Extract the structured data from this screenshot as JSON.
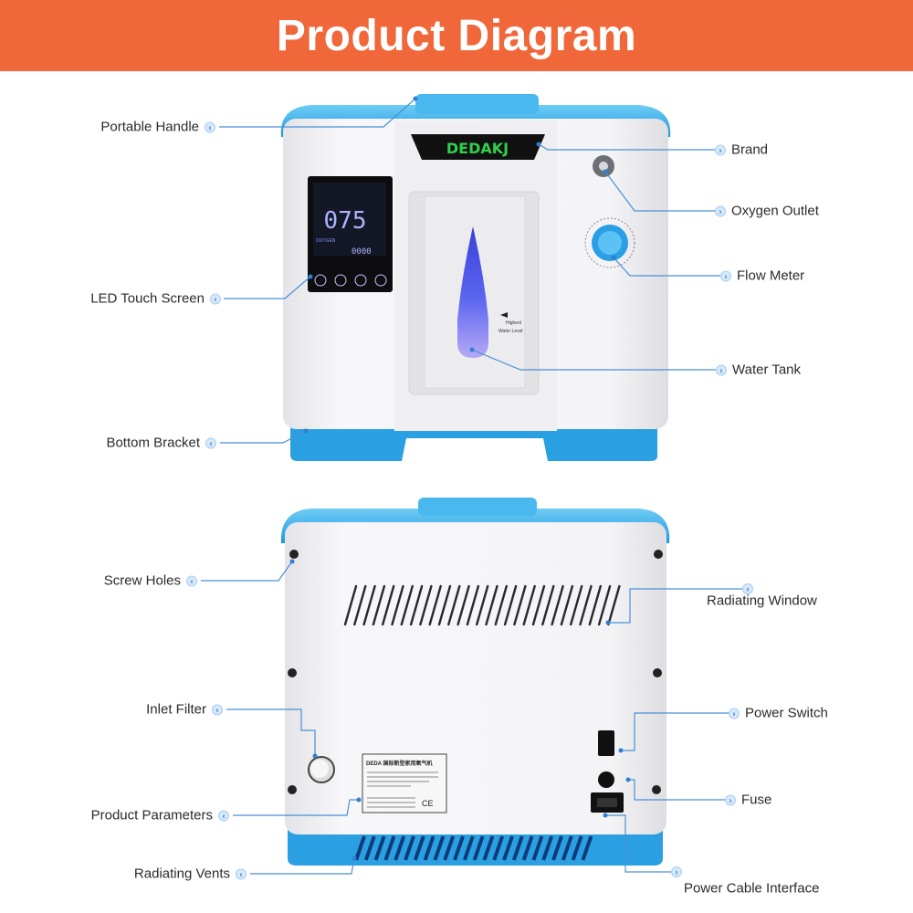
{
  "header": {
    "title": "Product Diagram"
  },
  "front_device": {
    "brand_text": "DEDAKJ",
    "lcd_reading": "075",
    "lcd_oxygen_label": "OXYGEN",
    "lcd_timer": "0000",
    "water_level_marker": [
      "Highest",
      "Water Level"
    ]
  },
  "back_device": {
    "nameplate_title": "DEDA 国际新型家用氧气机",
    "nameplate_mark": "CE"
  },
  "labels_left": [
    {
      "text": "Portable Handle"
    },
    {
      "text": "LED Touch Screen"
    },
    {
      "text": "Bottom Bracket"
    },
    {
      "text": "Screw Holes"
    },
    {
      "text": "Inlet Filter"
    },
    {
      "text": "Product Parameters"
    },
    {
      "text": "Radiating Vents"
    }
  ],
  "labels_right": [
    {
      "text": "Brand"
    },
    {
      "text": "Oxygen Outlet"
    },
    {
      "text": "Flow Meter"
    },
    {
      "text": "Water Tank"
    },
    {
      "text": "Radiating Window"
    },
    {
      "text": "Power Switch"
    },
    {
      "text": "Fuse"
    },
    {
      "text": "Power Cable Interface"
    }
  ],
  "icons": {
    "left_pointer": "‹",
    "right_pointer": "›"
  },
  "colors": {
    "header": "#f0673a",
    "accent_blue": "#2ea4e6",
    "leader_line": "#4a8fd6",
    "brand_green": "#2fd04a"
  }
}
